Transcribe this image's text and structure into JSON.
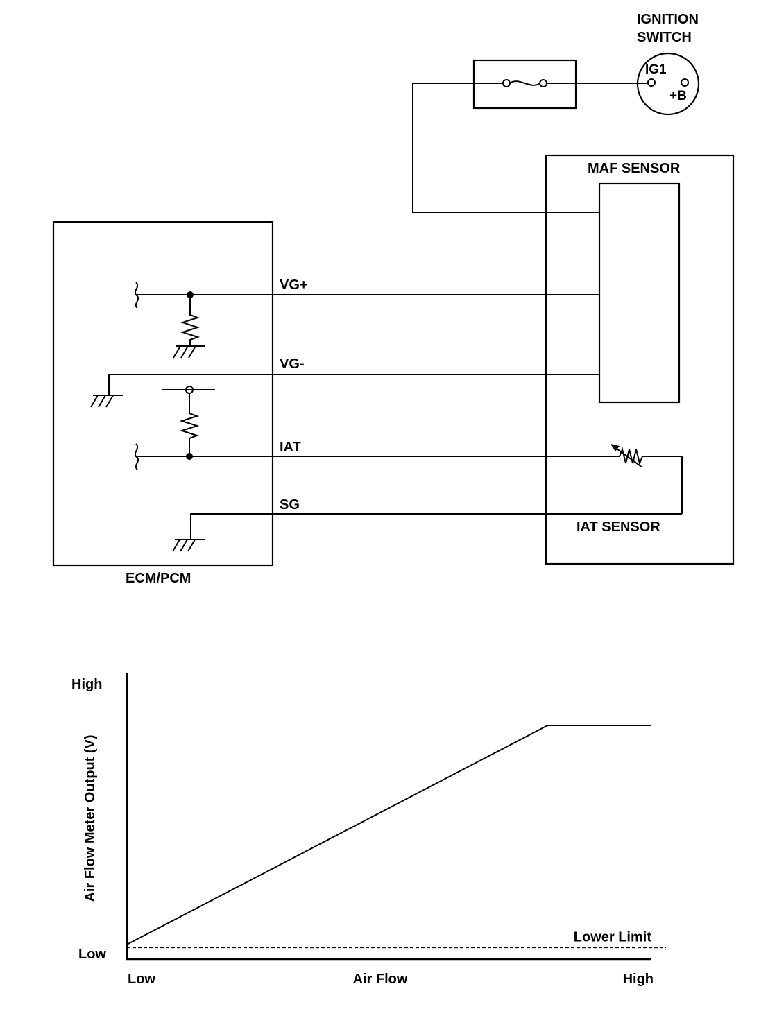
{
  "diagram": {
    "components": {
      "ignition_switch": {
        "title_line1": "IGNITION",
        "title_line2": "SWITCH",
        "terminal_ig1": "IG1",
        "terminal_b": "+B"
      },
      "maf_sensor": {
        "label": "MAF SENSOR"
      },
      "iat_sensor": {
        "label": "IAT SENSOR"
      },
      "ecm": {
        "label": "ECM/PCM"
      }
    },
    "signals": {
      "vg_plus": "VG+",
      "vg_minus": "VG-",
      "iat": "IAT",
      "sg": "SG"
    }
  },
  "chart_data": {
    "type": "line",
    "ylabel": "Air Flow Meter Output (V)",
    "xlabel": "Air Flow",
    "x_tick_labels": {
      "low": "Low",
      "high": "High"
    },
    "y_tick_labels": {
      "low": "Low",
      "high": "High"
    },
    "xlim": [
      0,
      1
    ],
    "ylim": [
      0,
      1
    ],
    "series": [
      {
        "x": [
          0,
          0.802,
          1.0
        ],
        "y": [
          0.051,
          0.816,
          0.816
        ]
      }
    ],
    "reference_lines": [
      {
        "label": "Lower Limit",
        "y": 0.04,
        "style": "dashed"
      }
    ]
  }
}
